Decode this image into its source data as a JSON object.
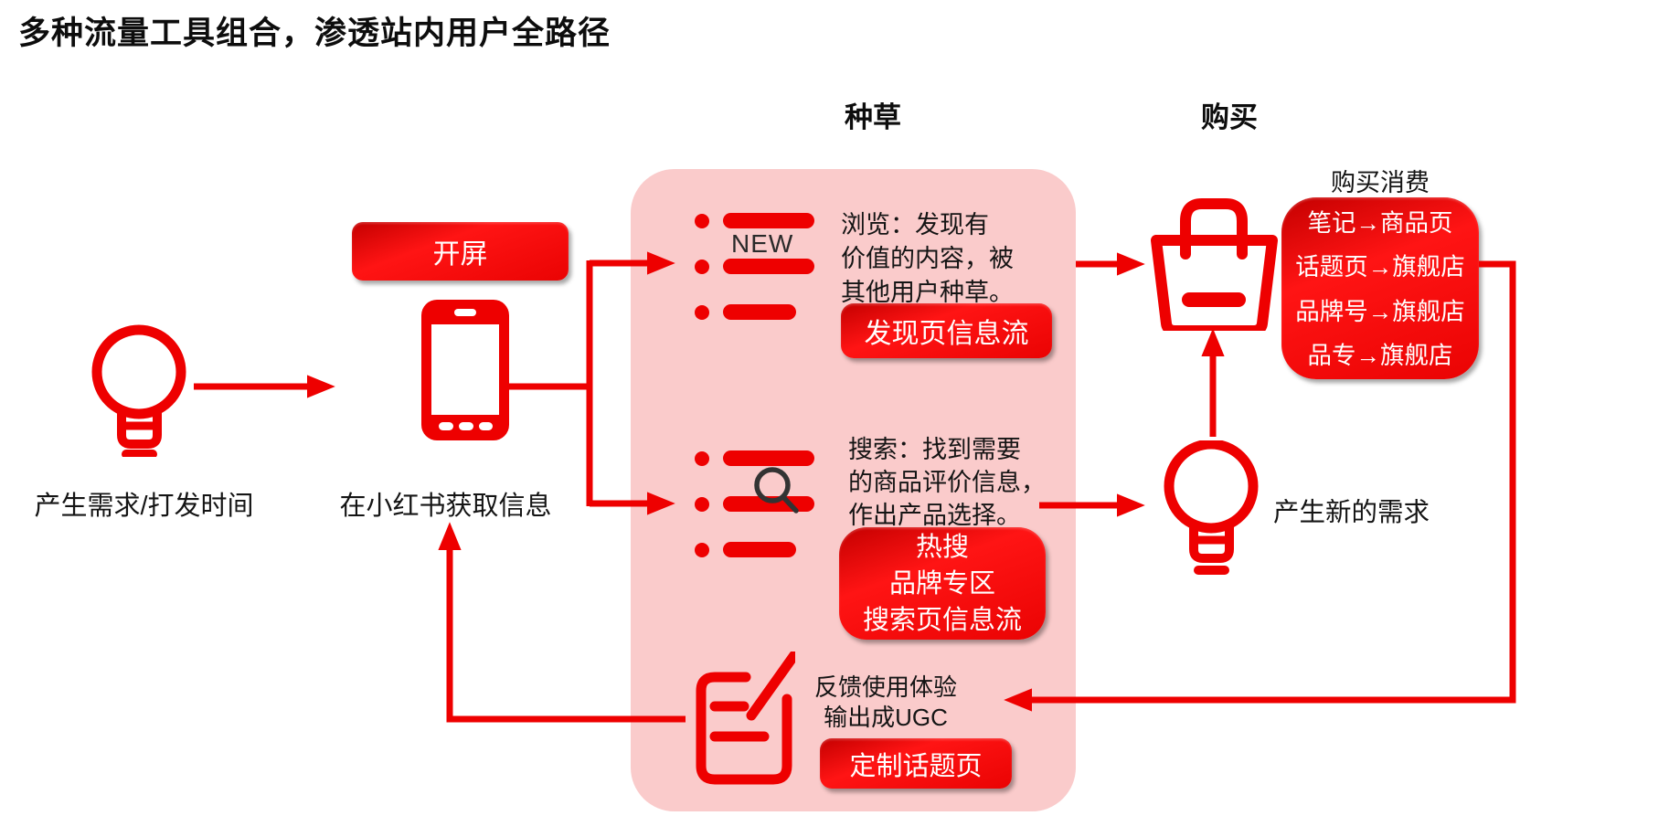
{
  "title": "多种流量工具组合，渗透站内用户全路径",
  "stages": {
    "seeding": "种草",
    "purchase": "购买"
  },
  "demand": {
    "label": "产生需求/打发时间"
  },
  "app": {
    "open_screen_button": "开屏",
    "label": "在小红书获取信息"
  },
  "browse": {
    "badge": "NEW",
    "desc": "浏览：发现有\n价值的内容，被\n其他用户种草。",
    "button": "发现页信息流"
  },
  "search": {
    "desc": "搜索：找到需要\n的商品评价信息，\n作出产品选择。",
    "button": "热搜\n品牌专区\n搜索页信息流"
  },
  "ugc": {
    "desc": "反馈使用体验\n输出成UGC",
    "button": "定制话题页"
  },
  "purchase": {
    "label": "购买消费",
    "paths": [
      "笔记→商品页",
      "话题页→旗舰店",
      "品牌号→旗舰店",
      "品专→旗舰店"
    ],
    "new_need": "产生新的需求"
  },
  "colors": {
    "red": "#ee0000",
    "pink": "#facbcb",
    "button_red": "#f20505",
    "text": "#111111"
  }
}
